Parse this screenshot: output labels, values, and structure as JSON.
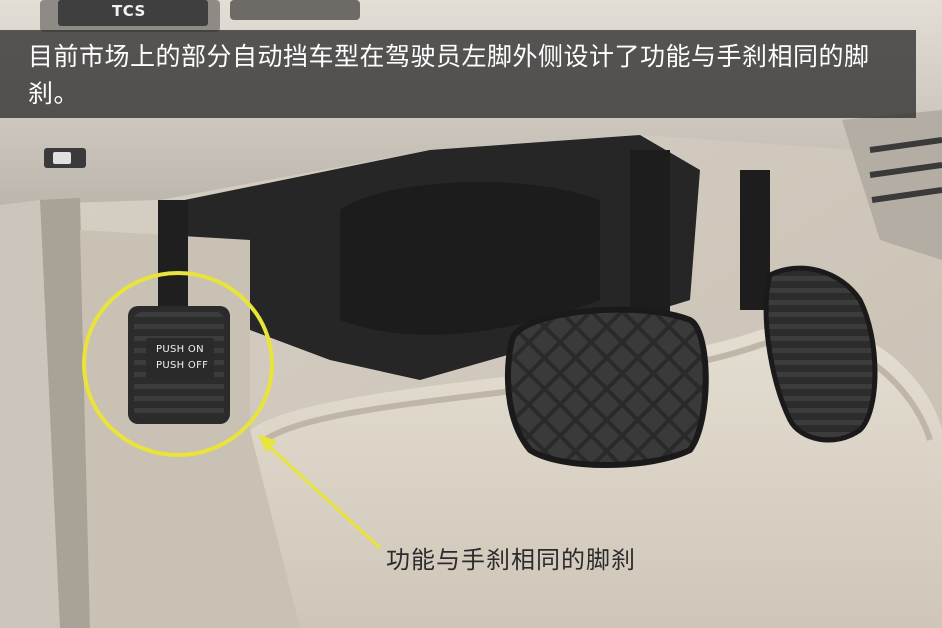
{
  "caption": {
    "text": "目前市场上的部分自动挡车型在驾驶员左脚外侧设计了功能与手刹相同的脚刹。"
  },
  "dashboard_button": {
    "label": "TCS"
  },
  "parking_pedal": {
    "label_line1": "PUSH ON",
    "label_line2": "PUSH OFF"
  },
  "callout": {
    "label": "功能与手刹相同的脚刹",
    "highlight_color": "#e8e43a"
  }
}
